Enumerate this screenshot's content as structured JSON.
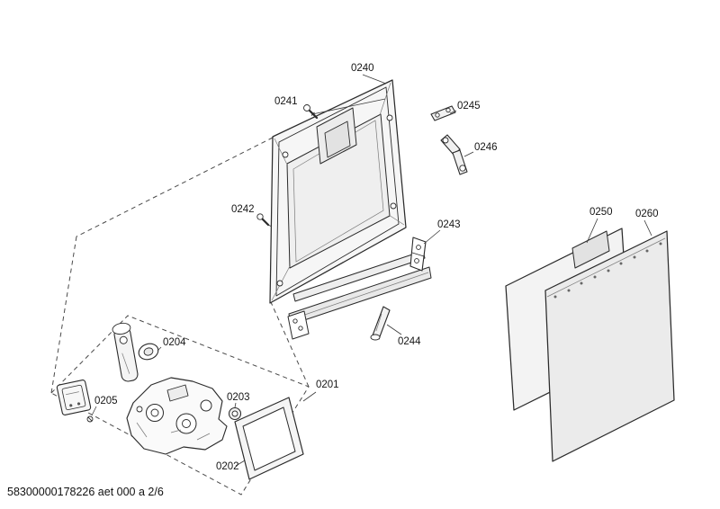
{
  "colors": {
    "background": "#ffffff",
    "line": "#2b2b2b",
    "panel_light": "#f3f3f3",
    "panel_dark": "#ebebeb"
  },
  "footer": {
    "doc_code": "58300000178226 aet 000 a 2/6"
  },
  "part_labels": {
    "p0201": "0201",
    "p0202": "0202",
    "p0203": "0203",
    "p0204": "0204",
    "p0205": "0205",
    "p0240": "0240",
    "p0241": "0241",
    "p0242": "0242",
    "p0243": "0243",
    "p0244": "0244",
    "p0245": "0245",
    "p0246": "0246",
    "p0250": "0250",
    "p0260": "0260"
  }
}
